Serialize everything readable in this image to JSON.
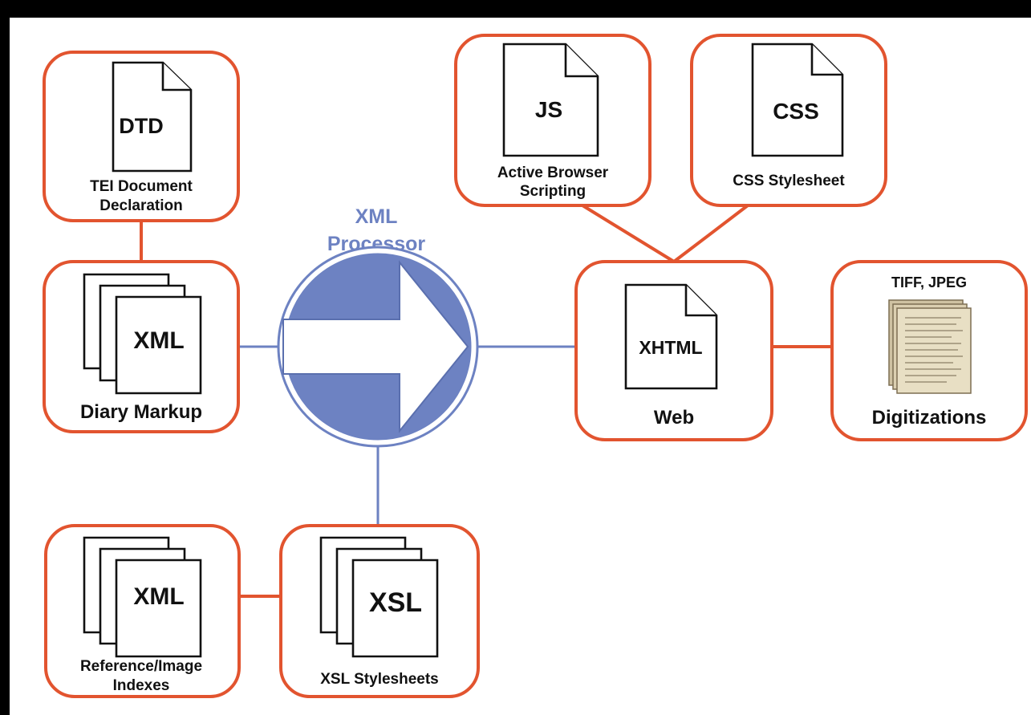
{
  "diagram": {
    "processor": {
      "title_line1": "XML",
      "title_line2": "Processor"
    },
    "nodes": {
      "tei_dtd": {
        "doc_label": "DTD",
        "caption_line1": "TEI Document",
        "caption_line2": "Declaration"
      },
      "diary_markup": {
        "doc_label": "XML",
        "caption_line1": "Diary Markup"
      },
      "active_browser_scripting": {
        "doc_label": "JS",
        "caption_line1": "Active Browser",
        "caption_line2": "Scripting"
      },
      "css_stylesheet": {
        "doc_label": "CSS",
        "caption_line1": "CSS Stylesheet"
      },
      "web": {
        "doc_label": "XHTML",
        "caption_line1": "Web"
      },
      "digitizations": {
        "format_label": "TIFF, JPEG",
        "caption_line1": "Digitizations"
      },
      "reference_indexes": {
        "doc_label": "XML",
        "caption_line1": "Reference/Image",
        "caption_line2": "Indexes"
      },
      "xsl_stylesheets": {
        "doc_label": "XSL",
        "caption_line1": "XSL Stylesheets"
      }
    },
    "colors": {
      "node_border": "#e2542f",
      "processor_fill": "#6d82c2",
      "processor_label": "#6d82c2",
      "background": "#ffffff",
      "frame": "#000000"
    },
    "icons": {
      "document": "document-icon",
      "document_stack": "document-stack-icon",
      "scanned_pages": "scanned-pages-icon",
      "arrow": "arrow-right-icon"
    }
  }
}
